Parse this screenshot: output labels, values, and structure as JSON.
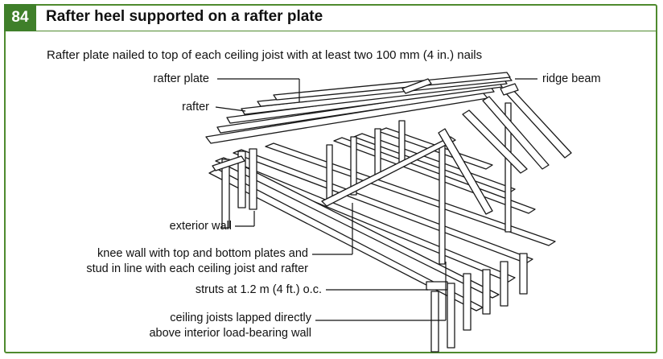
{
  "figure": {
    "number": "84",
    "title": "Rafter heel supported on a rafter plate",
    "subtitle": "Rafter plate nailed to top of each ceiling joist with at least two 100 mm (4 in.) nails"
  },
  "labels": {
    "rafter_plate": "rafter plate",
    "rafter": "rafter",
    "ridge_beam": "ridge beam",
    "exterior_wall": "exterior wall",
    "knee_wall_line1": "knee wall with top and bottom plates and",
    "knee_wall_line2": "stud in line with each ceiling joist and rafter",
    "struts": "struts at 1.2 m (4 ft.) o.c.",
    "ceiling_joists_line1": "ceiling joists lapped directly",
    "ceiling_joists_line2": "above interior load-bearing wall"
  },
  "colors": {
    "frame": "#4f8a2e",
    "badge": "#3f7f2a"
  }
}
